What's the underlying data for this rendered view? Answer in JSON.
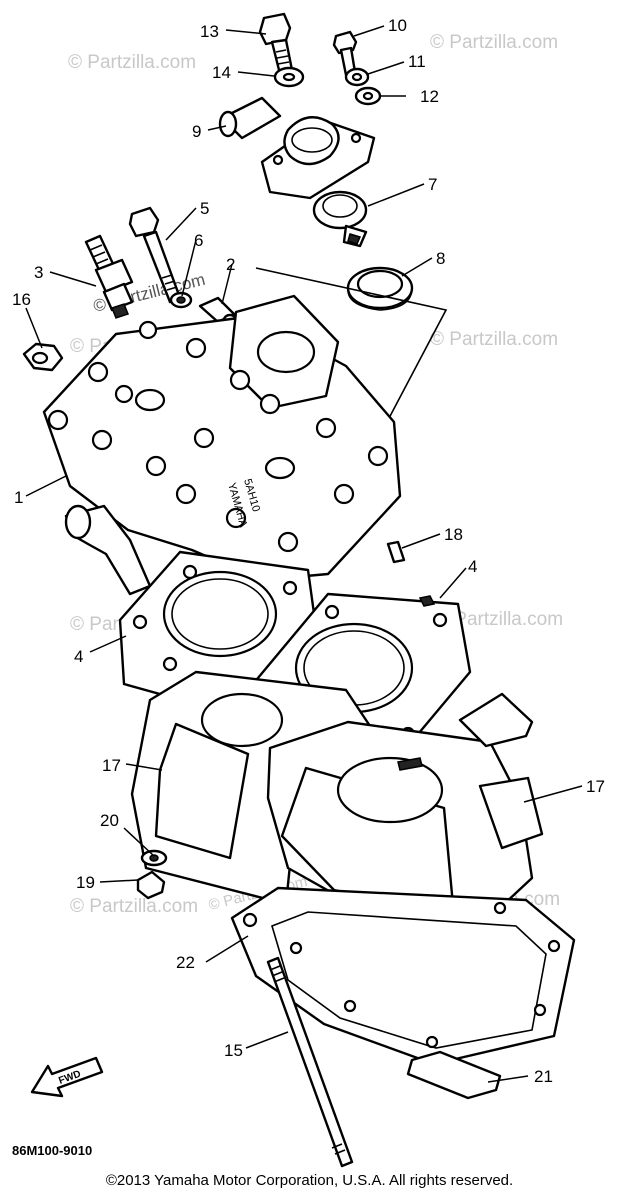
{
  "diagram": {
    "callouts": [
      "13",
      "10",
      "14",
      "11",
      "12",
      "9",
      "7",
      "5",
      "6",
      "3",
      "2",
      "8",
      "16",
      "1",
      "18",
      "4",
      "4",
      "17",
      "17",
      "20",
      "19",
      "22",
      "15",
      "21"
    ],
    "watermarks": [
      "© Partzilla.com",
      "© Partzilla.com",
      "© Partzilla.com",
      "© Partzilla.com",
      "© Partzilla.com",
      "© Partzilla.com",
      "© Partzilla.com",
      "© Partzilla.com",
      "© Partzilla.com",
      "© Partzilla.com"
    ],
    "head_stamp": [
      "YAMAHA",
      "5AH10"
    ],
    "fwd_label": "FWD",
    "part_code": "86M100-9010"
  },
  "footer": {
    "copyright": "©2013 Yamaha Motor Corporation, U.S.A. All rights reserved."
  }
}
